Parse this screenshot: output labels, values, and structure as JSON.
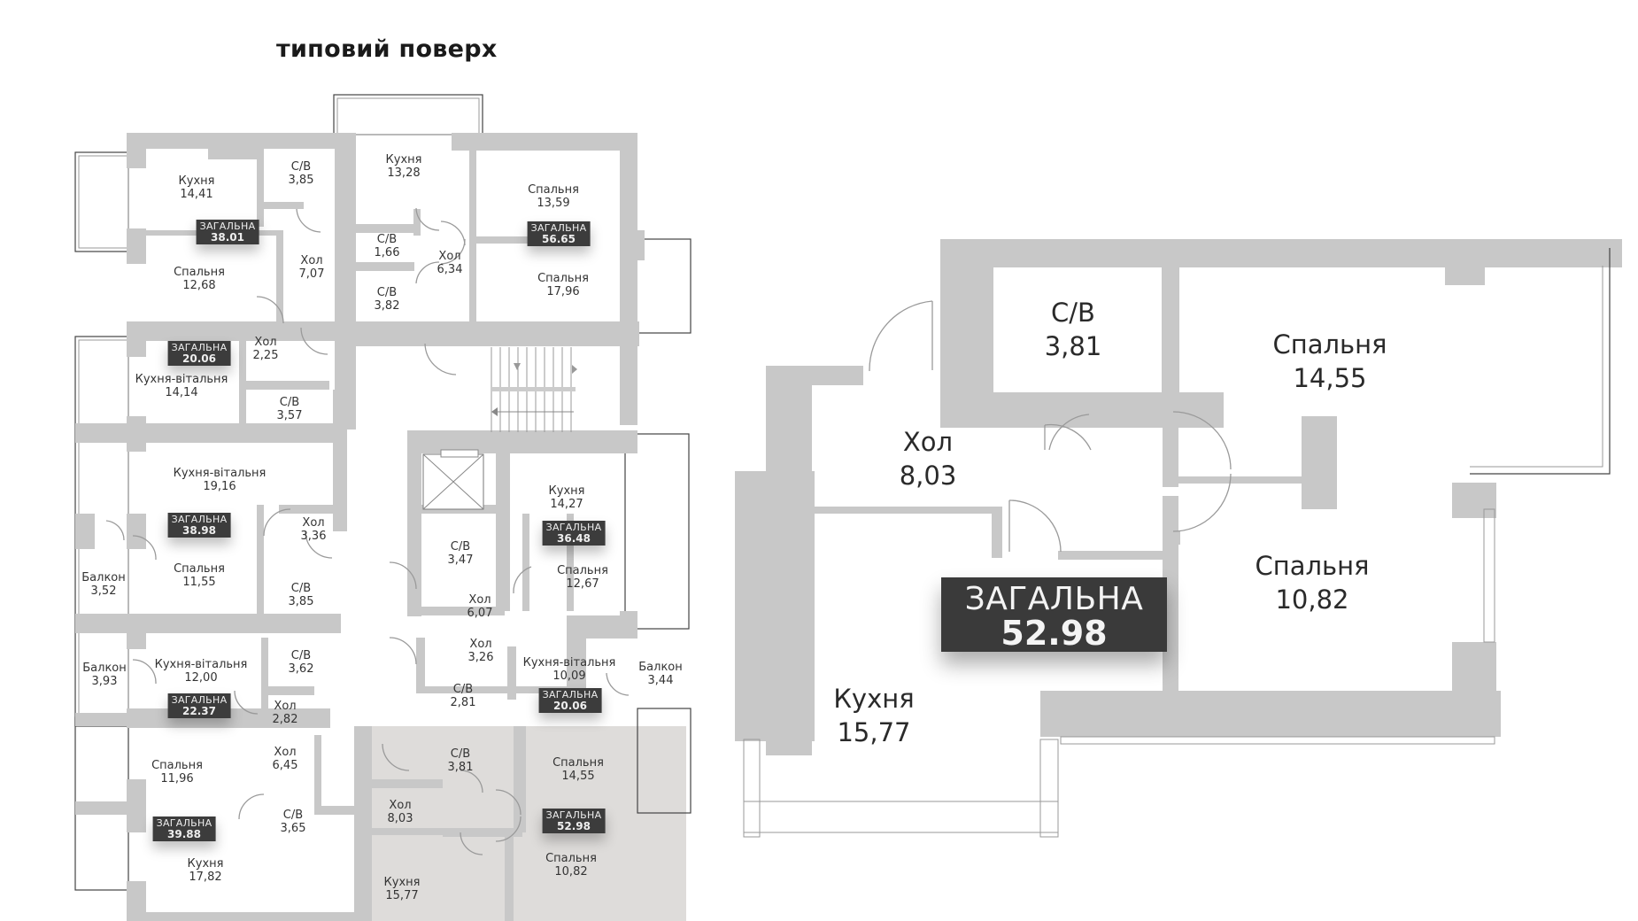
{
  "title": "типовий поверх",
  "total_label": "ЗАГАЛЬНА",
  "typical_floor": {
    "apartments": [
      {
        "id": "apt-1",
        "total": "38.01",
        "rooms": [
          {
            "name": "Кухня",
            "area": "14,41"
          },
          {
            "name": "С/В",
            "area": "3,85"
          },
          {
            "name": "Хол",
            "area": "7,07"
          },
          {
            "name": "Спальня",
            "area": "12,68"
          }
        ]
      },
      {
        "id": "apt-2",
        "total": "56.65",
        "rooms": [
          {
            "name": "Кухня",
            "area": "13,28"
          },
          {
            "name": "С/В",
            "area": "1,66"
          },
          {
            "name": "Хол",
            "area": "6,34"
          },
          {
            "name": "С/В",
            "area": "3,82"
          },
          {
            "name": "Спальня",
            "area": "13,59"
          },
          {
            "name": "Спальня",
            "area": "17,96"
          }
        ]
      },
      {
        "id": "apt-3",
        "total": "20.06",
        "rooms": [
          {
            "name": "Хол",
            "area": "2,25"
          },
          {
            "name": "Кухня-вітальня",
            "area": "14,14"
          },
          {
            "name": "С/В",
            "area": "3,57"
          }
        ]
      },
      {
        "id": "apt-4",
        "total": "38.98",
        "rooms": [
          {
            "name": "Кухня-вітальня",
            "area": "19,16"
          },
          {
            "name": "Хол",
            "area": "3,36"
          },
          {
            "name": "Спальня",
            "area": "11,55"
          },
          {
            "name": "С/В",
            "area": "3,85"
          },
          {
            "name": "Балкон",
            "area": "3,52"
          }
        ]
      },
      {
        "id": "apt-5",
        "total": "36.48",
        "rooms": [
          {
            "name": "Кухня",
            "area": "14,27"
          },
          {
            "name": "С/В",
            "area": "3,47"
          },
          {
            "name": "Хол",
            "area": "6,07"
          },
          {
            "name": "Спальня",
            "area": "12,67"
          }
        ]
      },
      {
        "id": "apt-6",
        "total": "22.37",
        "rooms": [
          {
            "name": "Балкон",
            "area": "3,93"
          },
          {
            "name": "Кухня-вітальня",
            "area": "12,00"
          },
          {
            "name": "С/В",
            "area": "3,62"
          },
          {
            "name": "Хол",
            "area": "2,82"
          }
        ]
      },
      {
        "id": "apt-7",
        "total": "20.06",
        "rooms": [
          {
            "name": "Хол",
            "area": "3,26"
          },
          {
            "name": "С/В",
            "area": "2,81"
          },
          {
            "name": "Кухня-вітальня",
            "area": "10,09"
          },
          {
            "name": "Балкон",
            "area": "3,44"
          }
        ]
      },
      {
        "id": "apt-8",
        "total": "39.88",
        "rooms": [
          {
            "name": "Спальня",
            "area": "11,96"
          },
          {
            "name": "Хол",
            "area": "6,45"
          },
          {
            "name": "С/В",
            "area": "3,65"
          },
          {
            "name": "Кухня",
            "area": "17,82"
          }
        ]
      },
      {
        "id": "apt-9",
        "total": "52.98",
        "highlighted": true,
        "rooms": [
          {
            "name": "С/В",
            "area": "3,81"
          },
          {
            "name": "Спальня",
            "area": "14,55"
          },
          {
            "name": "Хол",
            "area": "8,03"
          },
          {
            "name": "Спальня",
            "area": "10,82"
          },
          {
            "name": "Кухня",
            "area": "15,77"
          }
        ]
      }
    ]
  },
  "selected_apartment": {
    "total": "52.98",
    "rooms": [
      {
        "name": "С/В",
        "area": "3,81"
      },
      {
        "name": "Спальня",
        "area": "14,55"
      },
      {
        "name": "Хол",
        "area": "8,03"
      },
      {
        "name": "Спальня",
        "area": "10,82"
      },
      {
        "name": "Кухня",
        "area": "15,77"
      }
    ]
  },
  "icons": [
    "stairs-icon",
    "elevator-icon",
    "door-swing-icon",
    "window-icon"
  ],
  "colors": {
    "wall": "#c8c8c8",
    "badge": "#3c3c3c",
    "highlight": "#dedcda"
  }
}
